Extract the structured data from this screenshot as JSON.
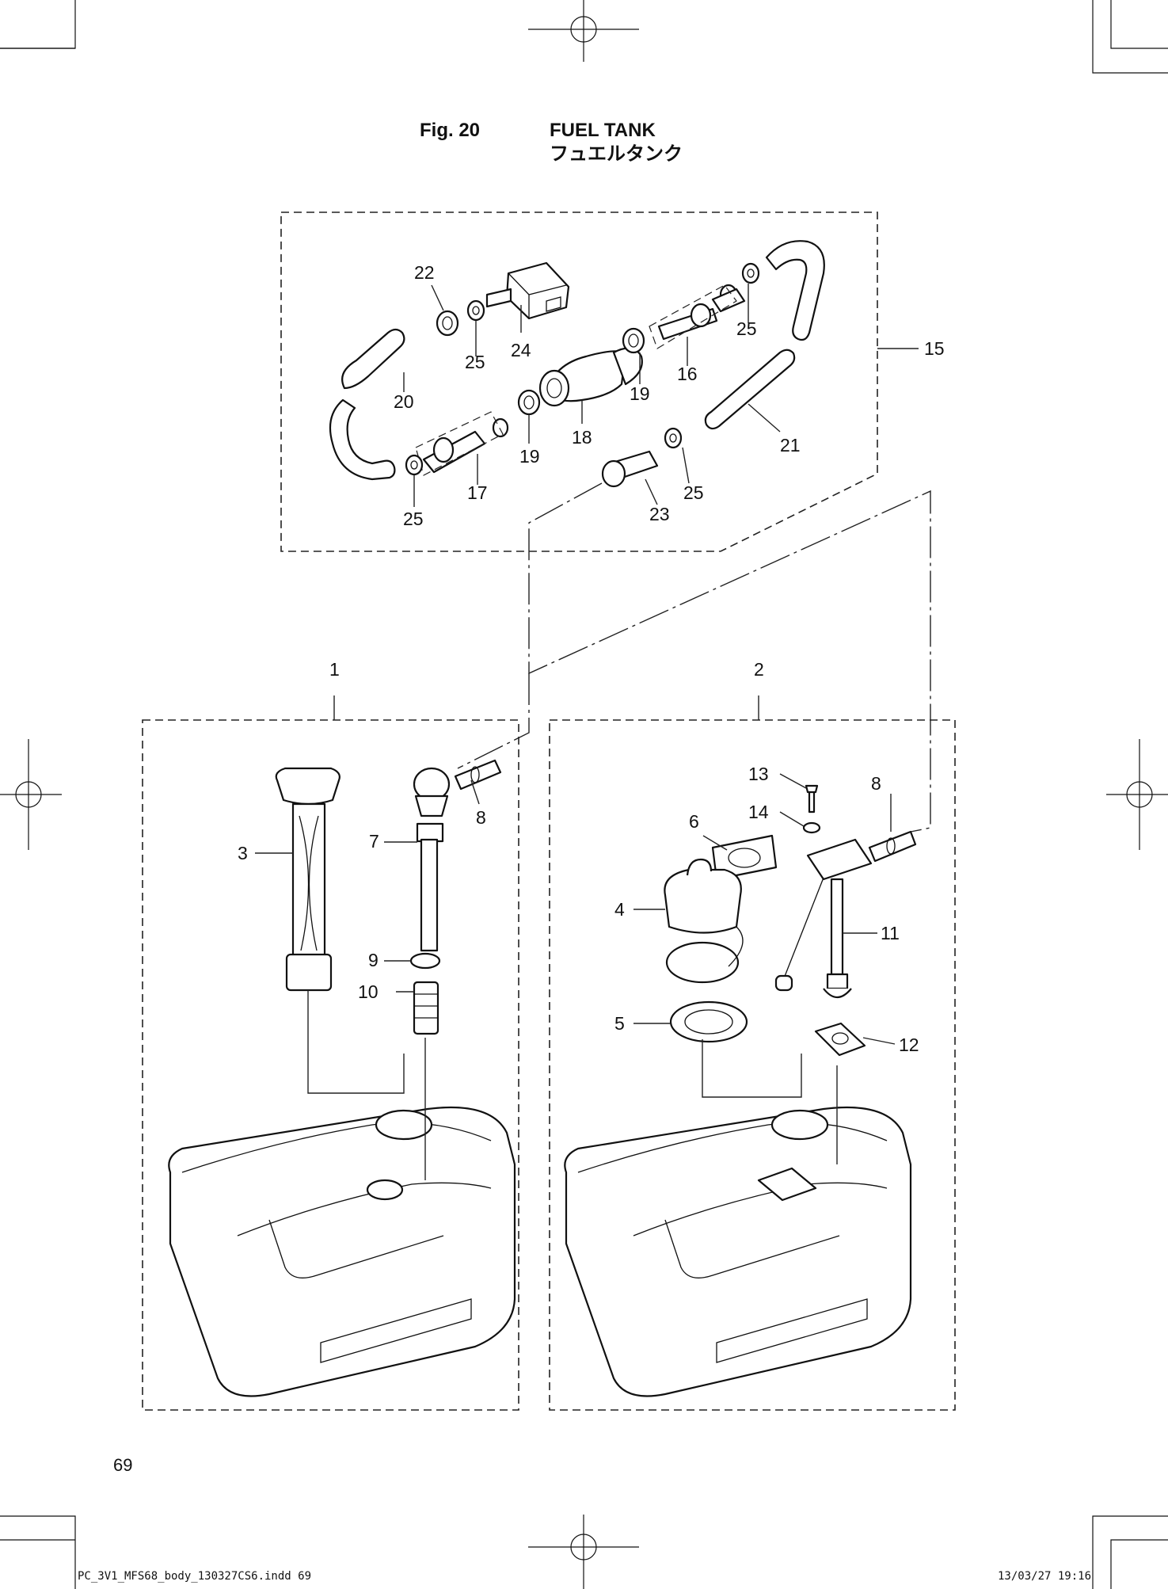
{
  "header": {
    "fig_label": "Fig. 20",
    "title_en": "FUEL TANK",
    "title_ja": "フュエルタンク"
  },
  "labels": {
    "p1": "1",
    "p2": "2",
    "p3": "3",
    "p4": "4",
    "p5": "5",
    "p6": "6",
    "p7": "7",
    "p8a": "8",
    "p8b": "8",
    "p9": "9",
    "p10": "10",
    "p11": "11",
    "p12": "12",
    "p13": "13",
    "p14": "14",
    "p15": "15",
    "p16": "16",
    "p17": "17",
    "p18": "18",
    "p19a": "19",
    "p19b": "19",
    "p20": "20",
    "p21": "21",
    "p22": "22",
    "p23": "23",
    "p24": "24",
    "p25a": "25",
    "p25b": "25",
    "p25c": "25",
    "p25d": "25"
  },
  "page_number": "69",
  "footer": {
    "file": "PC_3V1_MFS68_body_130327CS6.indd   69",
    "timestamp": "13/03/27   19:16"
  }
}
